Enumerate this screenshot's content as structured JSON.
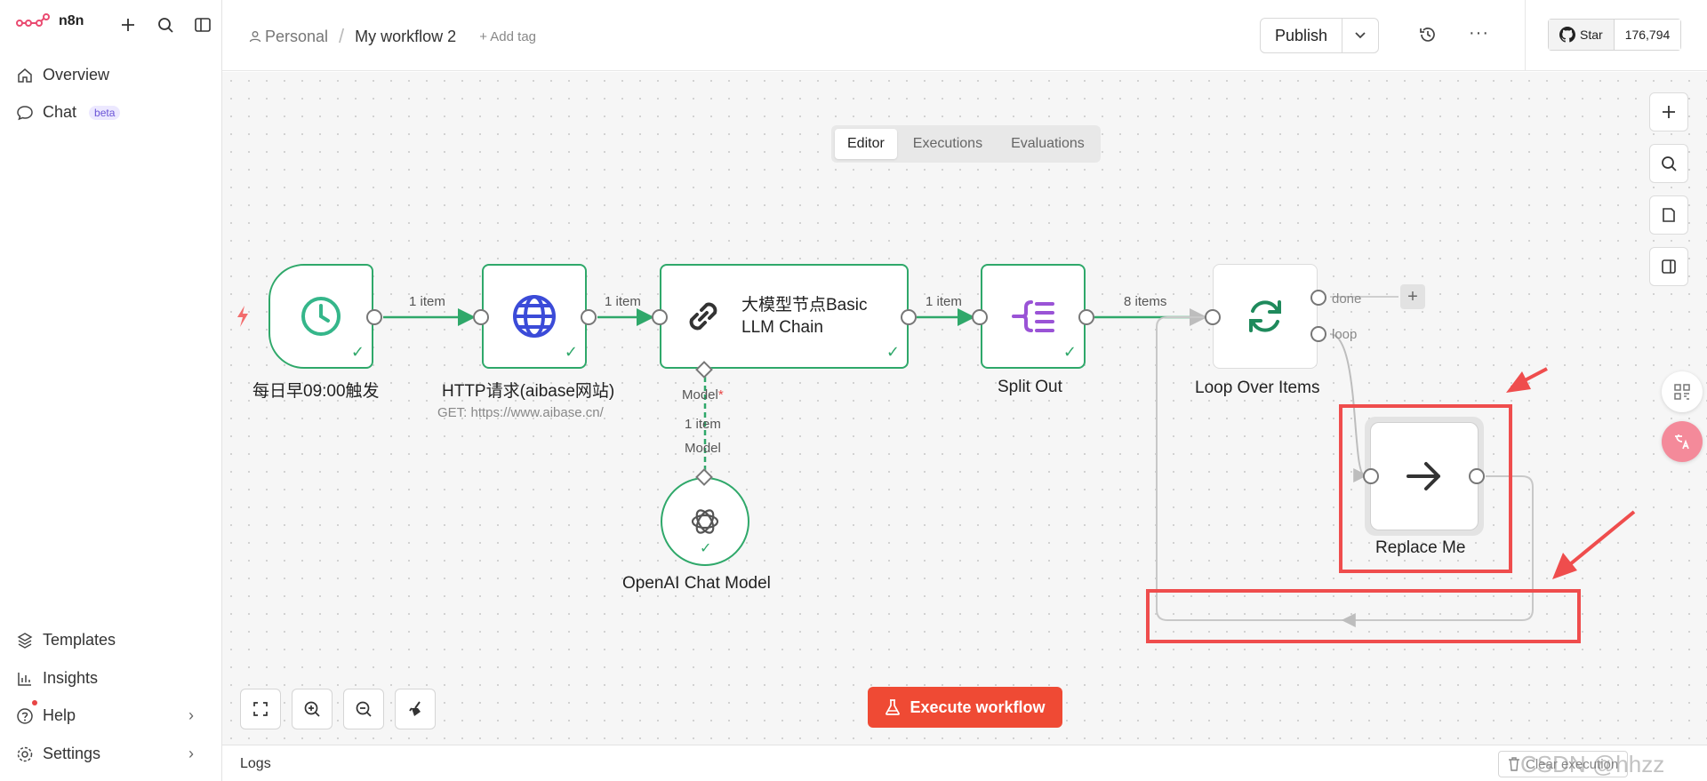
{
  "app": {
    "name": "n8n"
  },
  "sidebar": {
    "items_top": [
      {
        "label": "Overview",
        "icon": "home-icon"
      },
      {
        "label": "Chat",
        "icon": "chat-icon",
        "badge": "beta"
      }
    ],
    "items_bottom": [
      {
        "label": "Templates",
        "icon": "templates-icon"
      },
      {
        "label": "Insights",
        "icon": "insights-icon"
      },
      {
        "label": "Help",
        "icon": "help-icon"
      },
      {
        "label": "Settings",
        "icon": "settings-icon"
      }
    ]
  },
  "header": {
    "project": "Personal",
    "workflow_name": "My workflow 2",
    "add_tag": "+ Add tag",
    "publish": "Publish",
    "github": {
      "star": "Star",
      "count": "176,794"
    }
  },
  "tabs": [
    {
      "label": "Editor",
      "active": true
    },
    {
      "label": "Executions",
      "active": false
    },
    {
      "label": "Evaluations",
      "active": false
    }
  ],
  "nodes": {
    "trigger": {
      "label": "每日早09:00触发"
    },
    "http": {
      "label": "HTTP请求(aibase网站)",
      "subtitle": "GET: https://www.aibase.cn/"
    },
    "chain": {
      "title_line1": "大模型节点Basic",
      "title_line2": "LLM Chain",
      "model_port": "Model",
      "model_required": "*"
    },
    "openai": {
      "label": "OpenAI Chat Model"
    },
    "split": {
      "label": "Split Out"
    },
    "loop": {
      "label": "Loop Over Items",
      "out_done": "done",
      "out_loop": "loop"
    },
    "replace": {
      "label": "Replace Me"
    }
  },
  "edges": {
    "e1": "1 item",
    "e2": "1 item",
    "e3": "1 item",
    "e4": "8 items",
    "model_count": "1 item",
    "model_label": "Model"
  },
  "toolbar": {
    "execute": "Execute workflow"
  },
  "logs": {
    "title": "Logs",
    "clear": "Clear execution"
  },
  "watermark": "CSDN @hhzz",
  "colors": {
    "success": "#2fa86a",
    "execute": "#ef4a34",
    "annotation": "#ef4d4d"
  }
}
